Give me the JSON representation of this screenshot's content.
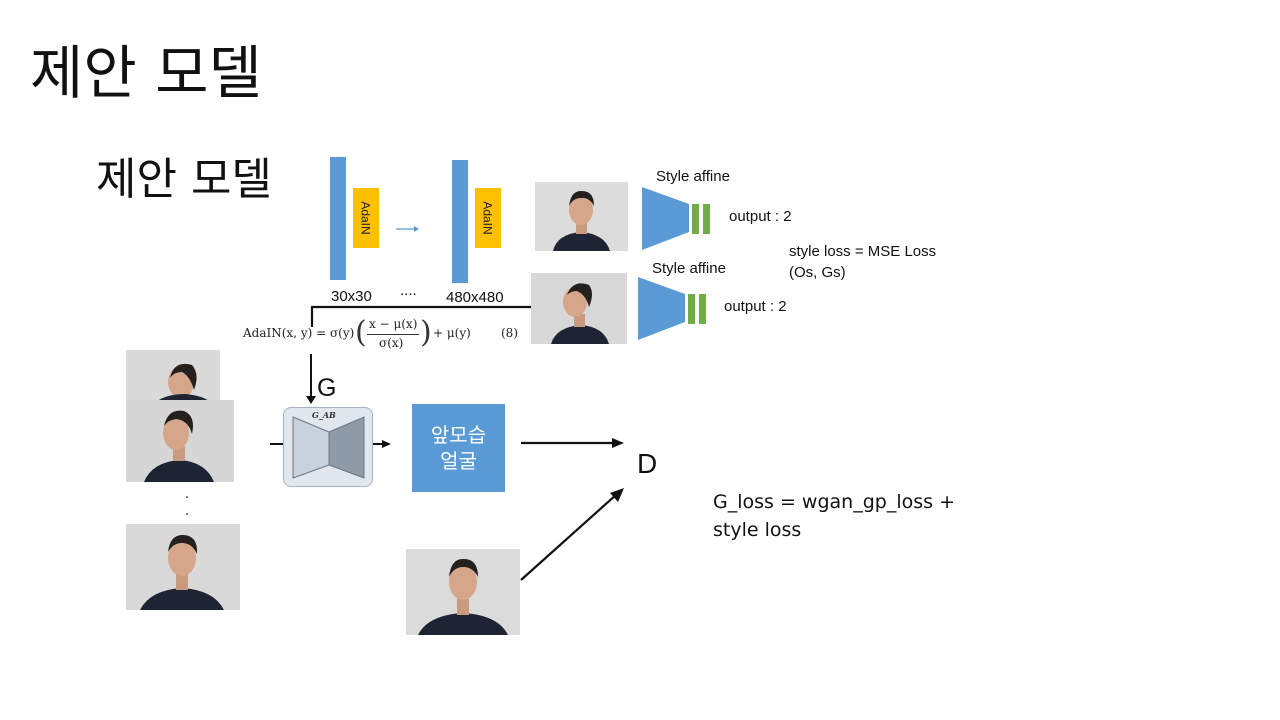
{
  "title": "제안 모델",
  "subtitle": "제안 모델",
  "adain_label": "AdaIN",
  "res_low": "30x30",
  "res_dots": "....",
  "res_high": "480x480",
  "style_affine_1": "Style affine",
  "style_affine_2": "Style affine",
  "output_1": "output : 2",
  "output_2": "output : 2",
  "style_loss_line1": "style loss = MSE Loss",
  "style_loss_line2": "(Os, Gs)",
  "equation": "AdaIN(x, y) = σ(y) ((x − μ(x)) / σ(x)) + μ(y)   (8)",
  "equation_parts": {
    "lhs": "AdaIN(x, y) = σ(y)",
    "num": "x − μ(x)",
    "den": "σ(x)",
    "rhs": "+ μ(y)",
    "number": "(8)"
  },
  "generator_letter": "G",
  "generator_box_label": "G_AB",
  "front_face_line1": "앞모습",
  "front_face_line2": "얼굴",
  "discriminator_letter": "D",
  "g_loss": "G_loss = wgan_gp_loss + style loss",
  "vertical_dots": ".\n.",
  "colors": {
    "bar_blue": "#5b9bd5",
    "adain_yellow": "#ffc000",
    "affine_green": "#70ad47",
    "generator_gray": "#9aaab9"
  }
}
